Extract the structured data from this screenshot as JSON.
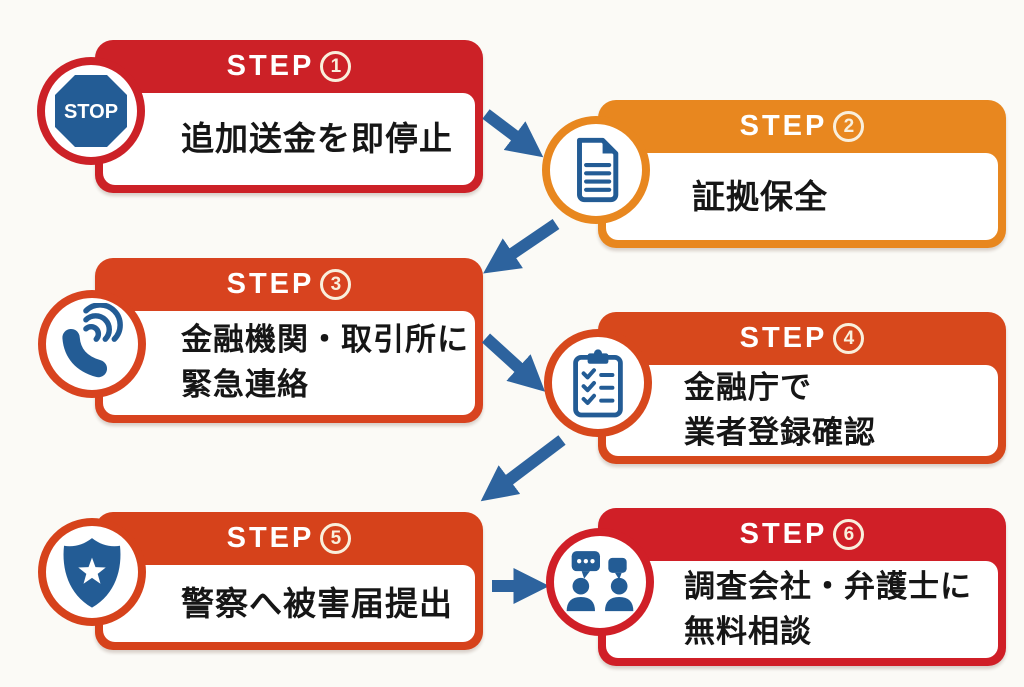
{
  "page": {
    "background": "#fbfaf6"
  },
  "palette": {
    "arrow_color": "#2d639e",
    "icon_color": "#235c95",
    "title_text_color": "#161616",
    "step_header_text_color": "#ffffff"
  },
  "steps": [
    {
      "step_label": "STEP",
      "number": "1",
      "title_lines": [
        "追加送金を即停止"
      ],
      "icon": "stop-icon",
      "icon_text": "STOP",
      "color": "#cc2127"
    },
    {
      "step_label": "STEP",
      "number": "2",
      "title_lines": [
        "証拠保全"
      ],
      "icon": "document-icon",
      "color": "#e8871f"
    },
    {
      "step_label": "STEP",
      "number": "3",
      "title_lines": [
        "金融機関・取引所に",
        "緊急連絡"
      ],
      "icon": "phone-icon",
      "color": "#d8431f"
    },
    {
      "step_label": "STEP",
      "number": "4",
      "title_lines": [
        "金融庁で",
        "業者登録確認"
      ],
      "icon": "clipboard-icon",
      "color": "#d7481c"
    },
    {
      "step_label": "STEP",
      "number": "5",
      "title_lines": [
        "警察へ被害届提出"
      ],
      "icon": "badge-icon",
      "color": "#d6421b"
    },
    {
      "step_label": "STEP",
      "number": "6",
      "title_lines": [
        "調査会社・弁護士に",
        "無料相談"
      ],
      "icon": "consultation-icon",
      "color": "#d01f27"
    }
  ],
  "connections": [
    {
      "from": "STEP1",
      "to": "STEP2"
    },
    {
      "from": "STEP2",
      "to": "STEP3"
    },
    {
      "from": "STEP3",
      "to": "STEP4"
    },
    {
      "from": "STEP4",
      "to": "STEP5"
    },
    {
      "from": "STEP5",
      "to": "STEP6"
    }
  ]
}
